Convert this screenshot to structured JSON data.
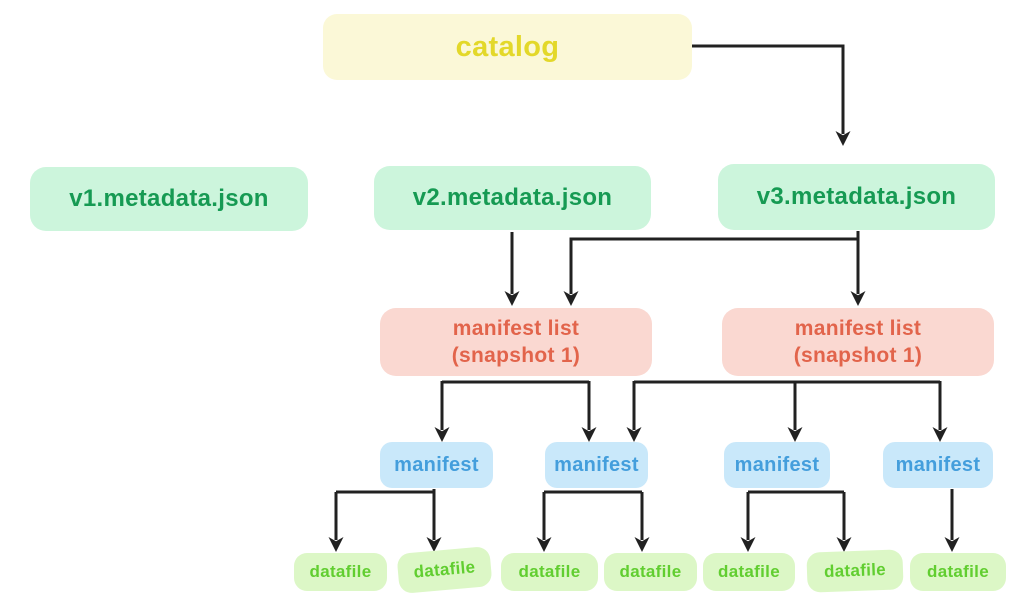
{
  "diagram": {
    "background_color": "#ffffff",
    "arrow_color": "#212121"
  },
  "styles": {
    "catalog": {
      "bg": "#fbf8d7",
      "text_color": "#e3d82a"
    },
    "metadata": {
      "bg": "#ccf5dc",
      "text_color": "#169a53"
    },
    "manifest_list": {
      "bg": "#fad8d1",
      "text_color": "#e2644b"
    },
    "manifest": {
      "bg": "#c9e8fa",
      "text_color": "#449edc"
    },
    "datafile": {
      "bg": "#dcf7c6",
      "text_color": "#61ce30"
    }
  },
  "nodes": {
    "catalog": {
      "label": "catalog"
    },
    "metadata_files": [
      {
        "label": "v1.metadata.json"
      },
      {
        "label": "v2.metadata.json"
      },
      {
        "label": "v3.metadata.json"
      }
    ],
    "manifest_lists": [
      {
        "line1": "manifest list",
        "line2": "(snapshot 1)"
      },
      {
        "line1": "manifest list",
        "line2": "(snapshot 1)"
      }
    ],
    "manifests": [
      {
        "label": "manifest"
      },
      {
        "label": "manifest"
      },
      {
        "label": "manifest"
      },
      {
        "label": "manifest"
      }
    ],
    "datafiles": [
      {
        "label": "datafile"
      },
      {
        "label": "datafile"
      },
      {
        "label": "datafile"
      },
      {
        "label": "datafile"
      },
      {
        "label": "datafile"
      },
      {
        "label": "datafile"
      },
      {
        "label": "datafile"
      }
    ]
  },
  "edges": [
    {
      "from": "catalog",
      "to": "v3.metadata.json"
    },
    {
      "from": "v2.metadata.json",
      "to": "manifest list (snapshot 1) left"
    },
    {
      "from": "v3.metadata.json",
      "to": "manifest list (snapshot 1) left"
    },
    {
      "from": "v3.metadata.json",
      "to": "manifest list (snapshot 1) right"
    },
    {
      "from": "manifest list left",
      "to": "manifest 1"
    },
    {
      "from": "manifest list left",
      "to": "manifest 2"
    },
    {
      "from": "manifest list right",
      "to": "manifest 2"
    },
    {
      "from": "manifest list right",
      "to": "manifest 3"
    },
    {
      "from": "manifest list right",
      "to": "manifest 4"
    },
    {
      "from": "manifest 1",
      "to": "datafile 1"
    },
    {
      "from": "manifest 1",
      "to": "datafile 2"
    },
    {
      "from": "manifest 2",
      "to": "datafile 3"
    },
    {
      "from": "manifest 2",
      "to": "datafile 4"
    },
    {
      "from": "manifest 3",
      "to": "datafile 5"
    },
    {
      "from": "manifest 3",
      "to": "datafile 6"
    },
    {
      "from": "manifest 4",
      "to": "datafile 7"
    }
  ]
}
